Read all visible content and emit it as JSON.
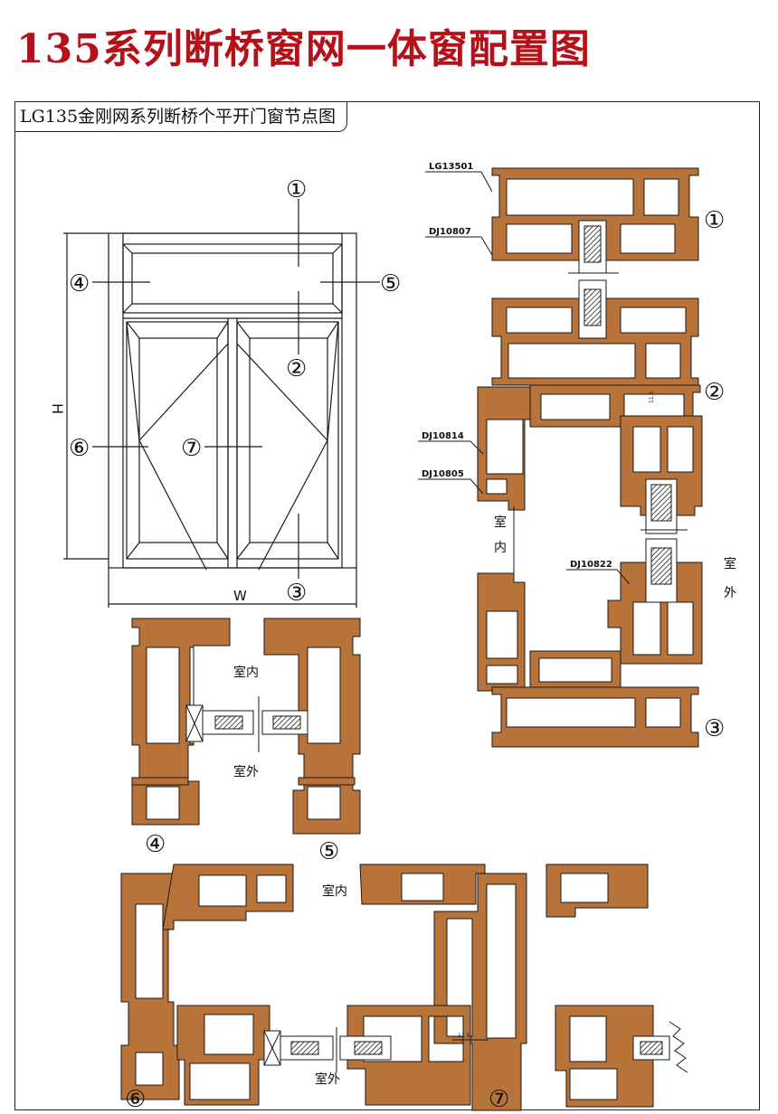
{
  "header": {
    "title": "135系列断桥窗网一体窗配置图",
    "subtitle": "LG135金刚网系列断桥个平开门窗节点图"
  },
  "elevation": {
    "height_label": "H",
    "width_label": "W",
    "markers": [
      "①",
      "②",
      "③",
      "④",
      "⑤",
      "⑥",
      "⑦"
    ]
  },
  "section_1_3": {
    "part_labels": [
      "LG13501",
      "DJ10807",
      "DJ10814",
      "DJ10805",
      "DJ10822"
    ],
    "indoor": "室内",
    "outdoor_a": "室",
    "outdoor_b": "外",
    "indoor_a": "室",
    "indoor_b": "内",
    "markers": [
      "①",
      "②",
      "③"
    ],
    "dim_a": "11.5",
    "dim_b": "11.5"
  },
  "section_4_5": {
    "indoor": "室内",
    "outdoor": "室外",
    "markers": [
      "④",
      "⑤"
    ]
  },
  "section_6_7": {
    "indoor": "室内",
    "outdoor": "室外",
    "markers": [
      "⑥",
      "⑦"
    ],
    "dim": "11.5"
  },
  "colors": {
    "title": "#b3121a",
    "profile_fill": "#b8733a",
    "profile_stroke": "#1a1a1a",
    "line": "#1a1a1a"
  }
}
